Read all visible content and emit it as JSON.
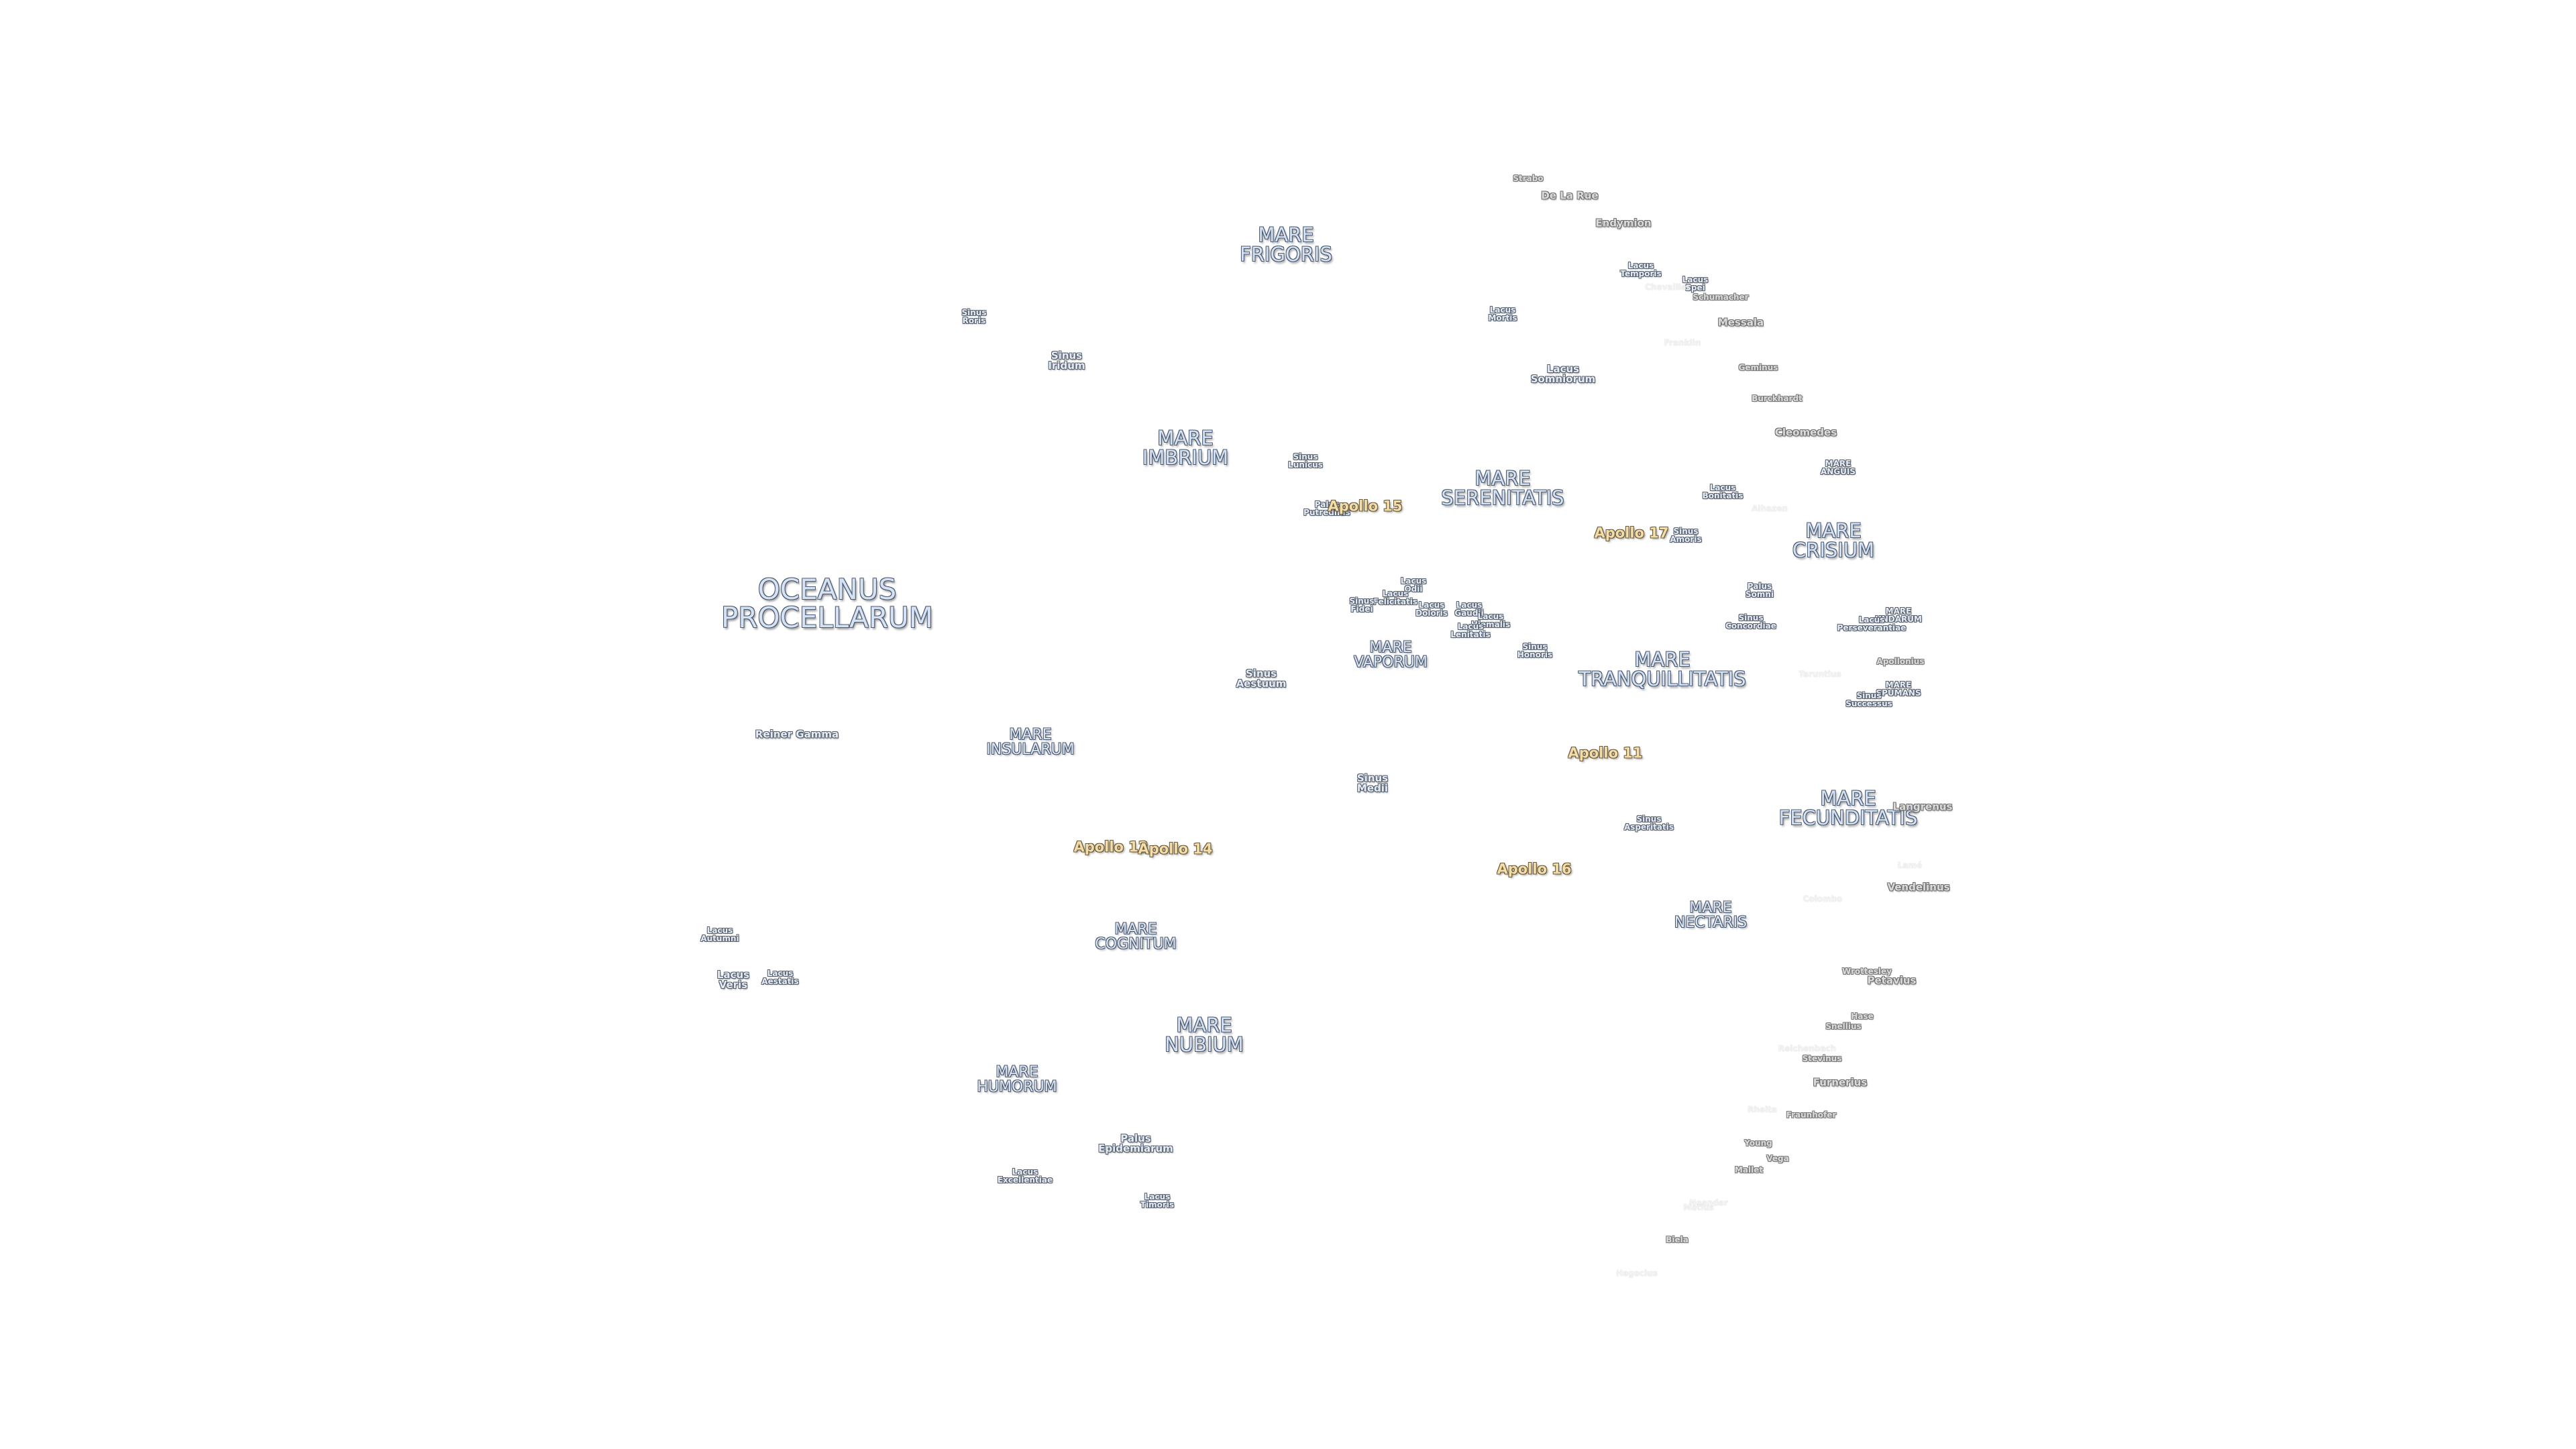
{
  "labels": {
    "oceanus_procellarum": "OCEANUS\nPROCELLARUM",
    "mare_frigoris": "MARE\nFRIGORIS",
    "mare_imbrium": "MARE\nIMBRIUM",
    "mare_serenitatis": "MARE\nSERENITATIS",
    "mare_tranquillitatis": "MARE\nTRANQUILLITATIS",
    "mare_crisium": "MARE\nCRISIUM",
    "mare_fecunditatis": "MARE\nFECUNDITATIS",
    "mare_nubium": "MARE\nNUBIUM",
    "mare_insularum": "MARE\nINSULARUM",
    "mare_cognitum": "MARE\nCOGNITUM",
    "mare_humorum": "MARE\nHUMORUM",
    "mare_nectaris": "MARE\nNECTARIS",
    "mare_vaporum": "MARE\nVAPORUM",
    "mare_anguis": "MARE\nANGUIS",
    "mare_undarum": "MARE\nUNDARUM",
    "mare_spumans": "MARE\nSPUMANS",
    "lacus_somniorum": "Lacus\nSomniorum",
    "lacus_temporis": "Lacus\nTemporis",
    "lacus_spei": "Lacus\nSpei",
    "lacus_mortis": "Lacus\nMortis",
    "lacus_bonitatis": "Lacus\nBonitatis",
    "lacus_lenitatis": "Lacus\nLenitatis",
    "lacus_odii": "Lacus\nOdii",
    "lacus_doloris": "Lacus\nDoloris",
    "lacus_gaudii": "Lacus\nGaudii",
    "lacus_hiemalis": "Lacus\nHiemalis",
    "lacus_perseverantiae": "Lacus\nPerseverantiae",
    "lacus_autumni": "Lacus\nAutumni",
    "lacus_veris": "Lacus\nVeris",
    "lacus_aestatis": "Lacus\nAestatis",
    "lacus_excellentiae": "Lacus\nExcellentiae",
    "lacus_timoris": "Lacus\nTimoris",
    "sinus_roris": "Sinus\nRoris",
    "sinus_iridum": "Sinus\nIridum",
    "sinus_lunicus": "Sinus\nLunicus",
    "sinus_amoris": "Sinus\nAmoris",
    "sinus_fidei": "Sinus\nFidei",
    "sinus_honoris": "Sinus\nHonoris",
    "sinus_concordiae": "Sinus\nConcordiae",
    "sinus_aestuum": "Sinus\nAestuum",
    "sinus_medii": "Sinus\nMedii",
    "sinus_asperitatis": "Sinus\nAsperitatis",
    "sinus_successus": "Sinus\nSuccessus",
    "lacus_felicitatis": "Lacus\nFelicitatis",
    "palus_putredinis": "Palus\nPutredinis",
    "palus_somni": "Palus\nSomni",
    "palus_epidemiarum": "Palus\nEpidemiarum",
    "reiner_gamma": "Reiner Gamma",
    "apollo_11": "Apollo 11",
    "apollo_12": "Apollo 12",
    "apollo_14": "Apollo 14",
    "apollo_15": "Apollo 15",
    "apollo_16": "Apollo 16",
    "apollo_17": "Apollo 17",
    "strabo": "Strabo",
    "de_la_rue": "De La Rue",
    "endymion": "Endymion",
    "chevallier": "Chevallier",
    "schumacher": "Schumacher",
    "messala": "Messala",
    "franklin": "Franklin",
    "geminus": "Geminus",
    "burckhardt": "Burckhardt",
    "cleomedes": "Cleomedes",
    "alhazen": "Alhazen",
    "taruntius": "Taruntius",
    "apollonius": "Apollonius",
    "langrenus": "Langrenus",
    "lame": "Lamé",
    "vendelinus": "Vendelinus",
    "colombo": "Colombo",
    "wrottesley": "Wrottesley",
    "petavius": "Petavius",
    "hase": "Hase",
    "snellius": "Snellius",
    "reichenbach": "Reichenbach",
    "stevinus": "Stevinus",
    "furnerius": "Furnerius",
    "fraunhofer": "Fraunhofer",
    "rheita": "Rheita",
    "young": "Young",
    "vega": "Vega",
    "mallet": "Mallet",
    "neander": "Neander",
    "metius": "Metius",
    "biela": "Biela",
    "hagecius": "Hagecius"
  },
  "colors": {
    "mare_fill": "#d6e2f2",
    "mare_outline": "#4a5a72",
    "apollo_fill": "#f2dca8",
    "crater_fill": "#dcdcdc",
    "background": "#ffffff"
  }
}
